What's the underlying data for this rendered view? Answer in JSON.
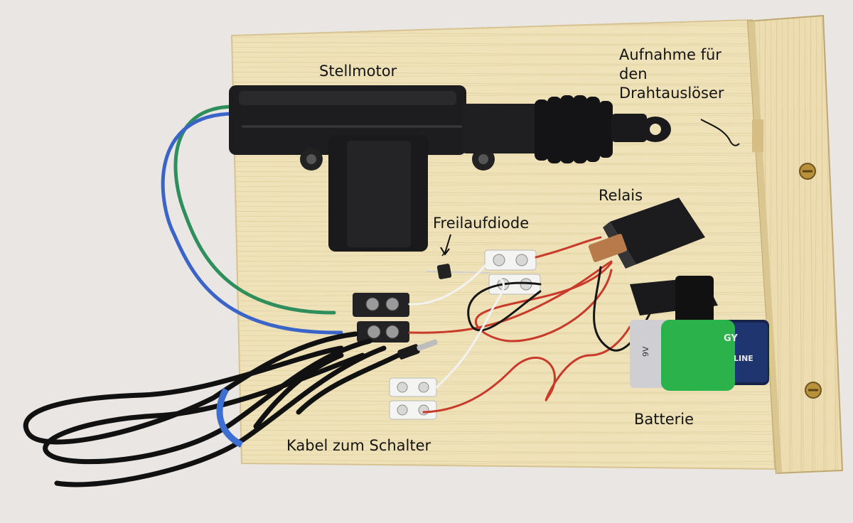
{
  "labels": {
    "stellmotor": "Stellmotor",
    "aufnahme_line1": "Aufnahme für",
    "aufnahme_line2": "den",
    "aufnahme_line3": "Drahtauslöser",
    "relais": "Relais",
    "freilaufdiode": "Freilaufdiode",
    "batterie": "Batterie",
    "kabel": "Kabel zum Schalter"
  },
  "battery_print": {
    "brand_fragment": "GY",
    "type_fragment": "LINE",
    "voltage": "9V"
  },
  "colors": {
    "background": "#e9e6e3",
    "wood": "#efe2b8",
    "wire_green": "#2f8f5c",
    "wire_blue": "#3a64c8",
    "wire_red": "#c83a2a",
    "wire_black": "#161616",
    "wire_white": "#f2f2f2",
    "velcro": "#2bb24a"
  }
}
